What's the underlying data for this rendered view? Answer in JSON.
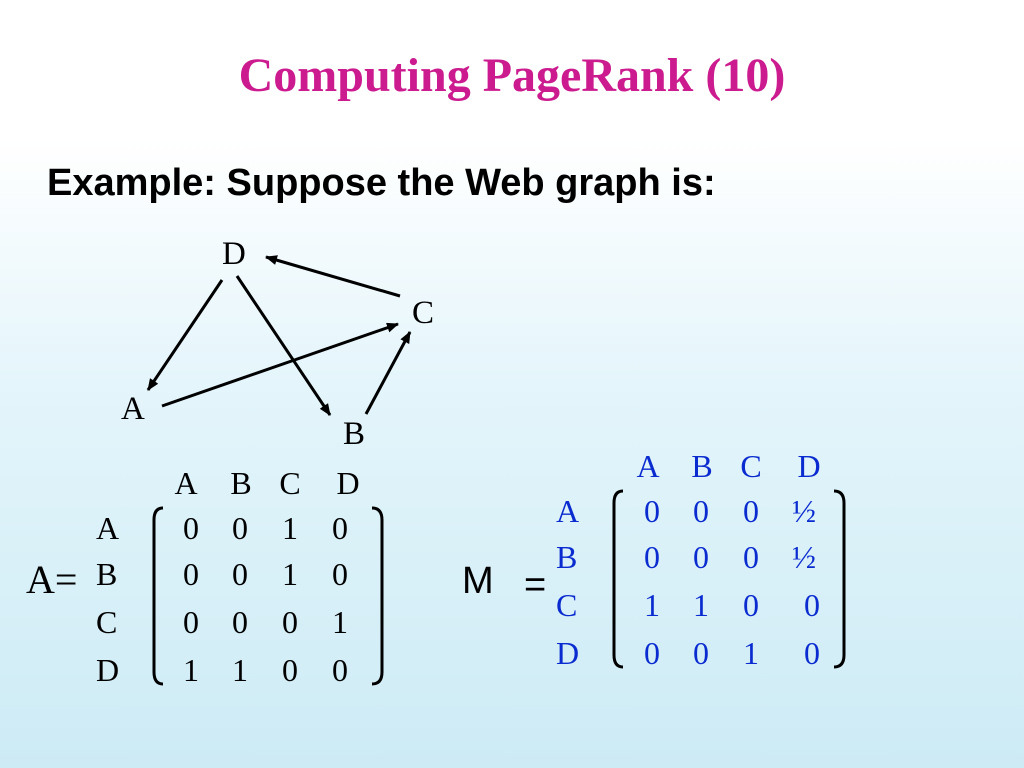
{
  "title": "Computing PageRank (10)",
  "subtitle": "Example: Suppose the Web graph is:",
  "graph": {
    "nodes": [
      "D",
      "C",
      "A",
      "B"
    ],
    "edges": [
      [
        "D",
        "A"
      ],
      [
        "D",
        "B"
      ],
      [
        "C",
        "D"
      ],
      [
        "A",
        "C"
      ],
      [
        "B",
        "C"
      ]
    ]
  },
  "matrix_a": {
    "label": "A=",
    "cols": [
      "A",
      "B",
      "C",
      "D"
    ],
    "rows": [
      "A",
      "B",
      "C",
      "D"
    ],
    "values": [
      [
        "0",
        "0",
        "1",
        "0"
      ],
      [
        "0",
        "0",
        "1",
        "0"
      ],
      [
        "0",
        "0",
        "0",
        "1"
      ],
      [
        "1",
        "1",
        "0",
        "0"
      ]
    ]
  },
  "matrix_m": {
    "label_m": "M",
    "label_eq": "=",
    "cols": [
      "A",
      "B",
      "C",
      "D"
    ],
    "rows": [
      "A",
      "B",
      "C",
      "D"
    ],
    "values": [
      [
        "0",
        "0",
        "0",
        "½"
      ],
      [
        "0",
        "0",
        "0",
        "½"
      ],
      [
        "1",
        "1",
        "0",
        "0"
      ],
      [
        "0",
        "0",
        "1",
        "0"
      ]
    ]
  },
  "colors": {
    "title": "#cc1a8f",
    "matrix_m": "#0a2bd0"
  }
}
